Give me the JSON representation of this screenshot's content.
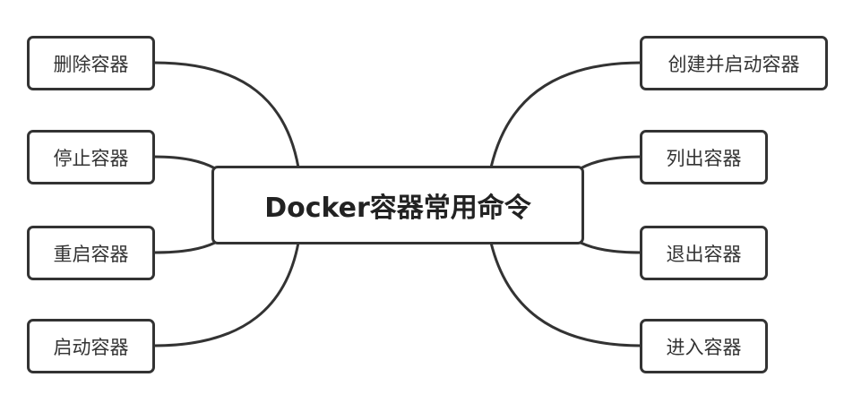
{
  "mindmap": {
    "center": {
      "label": "Docker容器常用命令"
    },
    "left_branches": [
      {
        "label": "删除容器"
      },
      {
        "label": "停止容器"
      },
      {
        "label": "重启容器"
      },
      {
        "label": "启动容器"
      }
    ],
    "right_branches": [
      {
        "label": "创建并启动容器"
      },
      {
        "label": "列出容器"
      },
      {
        "label": "退出容器"
      },
      {
        "label": "进入容器"
      }
    ],
    "colors": {
      "stroke": "#333333",
      "background": "#ffffff",
      "text": "#333333"
    }
  }
}
